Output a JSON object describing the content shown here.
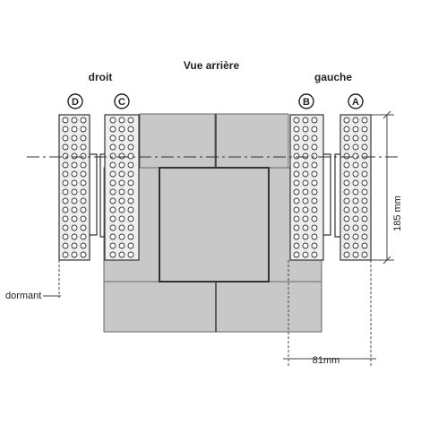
{
  "title": "Vue arrière",
  "labels": {
    "right_side": "droit",
    "left_side": "gauche",
    "frame": "dormant"
  },
  "markers": [
    "D",
    "C",
    "B",
    "A"
  ],
  "dimensions": {
    "height": "185 mm",
    "width": "81mm"
  },
  "colors": {
    "panel_fill": "#c8c8c8",
    "panel_line": "#444444",
    "strip_fill": "#eeeeee",
    "hole_fill": "#ffffff",
    "line": "#222222"
  }
}
